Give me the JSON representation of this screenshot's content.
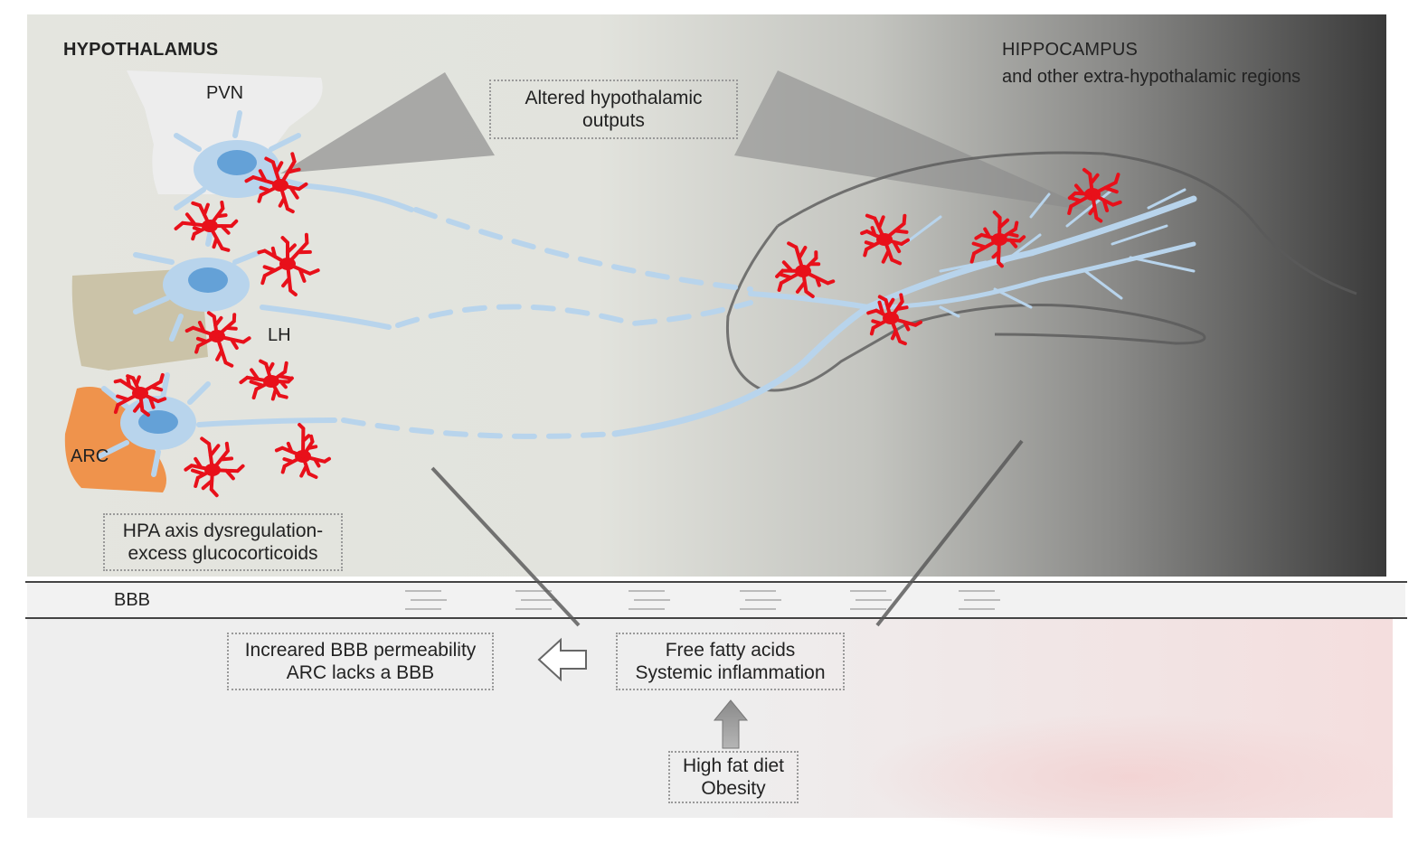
{
  "hypothalamus": {
    "title": "HYPOTHALAMUS",
    "regions": {
      "pvn": "PVN",
      "lh": "LH",
      "arc": "ARC"
    }
  },
  "hippocampus": {
    "title": "HIPPOCAMPUS",
    "subtitle": "and other extra-hypothalamic regions"
  },
  "boxes": {
    "outputs": [
      "Altered hypothalamic",
      "outputs"
    ],
    "hpa": [
      "HPA axis dysregulation-",
      "excess glucocorticoids"
    ],
    "bbb_perm": [
      "Increared BBB permeability",
      "ARC lacks a BBB"
    ],
    "ffa": [
      "Free fatty acids",
      "Systemic inflammation"
    ],
    "diet": [
      "High fat diet",
      "Obesity"
    ]
  },
  "bbb_label": "BBB",
  "colors": {
    "microglia": "#e8101a",
    "neuron": "#b8d4ec",
    "nucleus": "#5b9bd5",
    "arc": "#f08a3c",
    "gradient_dark": "#3a3a3a",
    "gradient_light": "#e4e5df"
  },
  "icons": {
    "left_arrow": "hollow-left-arrow-icon",
    "up_arrow": "grey-up-arrow-icon"
  }
}
